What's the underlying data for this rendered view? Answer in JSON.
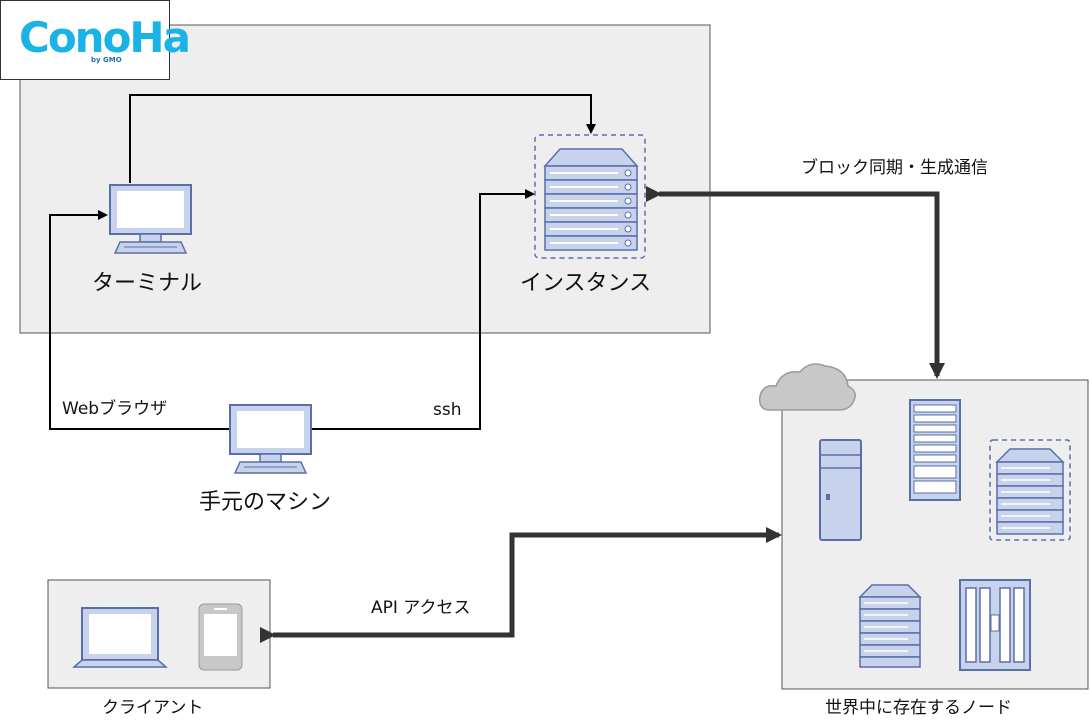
{
  "logo": {
    "text": "ConoHa",
    "sub": "by GMO"
  },
  "nodes": {
    "terminal": "ターミナル",
    "instance": "インスタンス",
    "local_machine": "手元のマシン",
    "client": "クライアント",
    "world_nodes": "世界中に存在するノード"
  },
  "edges": {
    "web_browser": "Webブラウザ",
    "ssh": "ssh",
    "block_sync": "ブロック同期・生成通信",
    "api_access": "API アクセス"
  },
  "icons": [
    "desktop-monitor-icon",
    "server-rack-icon",
    "laptop-icon",
    "smartphone-icon",
    "cloud-icon",
    "tower-server-icon",
    "blade-server-icon"
  ],
  "colors": {
    "icon_fill": "#c7d3ec",
    "icon_stroke": "#5a6fa8",
    "group_fill": "#eeeeee",
    "logo_cyan": "#19b3e6"
  }
}
